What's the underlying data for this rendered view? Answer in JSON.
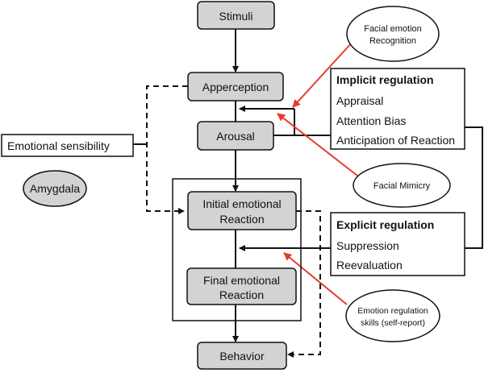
{
  "nodes": {
    "stimuli": "Stimuli",
    "apperception": "Apperception",
    "arousal": "Arousal",
    "initial_reaction": [
      "Initial emotional",
      "Reaction"
    ],
    "final_reaction": [
      "Final emotional",
      "Reaction"
    ],
    "behavior": "Behavior"
  },
  "left": {
    "emotional_sensibility": "Emotional sensibility",
    "amygdala": "Amygdala"
  },
  "implicit_regulation": {
    "title": "Implicit regulation",
    "items": [
      "Appraisal",
      "Attention Bias",
      "Anticipation of Reaction"
    ]
  },
  "explicit_regulation": {
    "title": "Explicit regulation",
    "items": [
      "Suppression",
      "Reevaluation"
    ]
  },
  "ovals": {
    "facial_emotion_recognition": [
      "Facial emotion",
      "Recognition"
    ],
    "facial_mimicry": "Facial Mimicry",
    "emotion_regulation_skills": [
      "Emotion regulation",
      "skills (self-report)"
    ]
  },
  "colors": {
    "node_fill": "#d3d3d3",
    "line": "#111111",
    "influence_arrow": "#e8392e"
  }
}
